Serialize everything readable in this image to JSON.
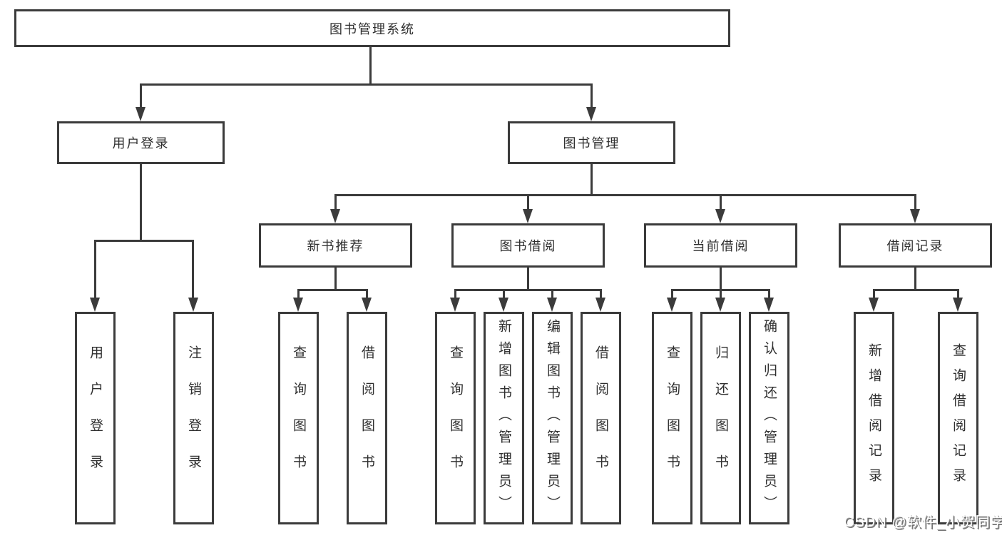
{
  "colors": {
    "line": "#3b3b3b",
    "text": "#2f2f2f",
    "bg": "#ffffff"
  },
  "root": {
    "label": "图书管理系统"
  },
  "level2": [
    {
      "id": "user-login",
      "label": "用户登录"
    },
    {
      "id": "book-management",
      "label": "图书管理"
    }
  ],
  "level3": [
    {
      "id": "new-book-recommend",
      "label": "新书推荐"
    },
    {
      "id": "book-borrowing",
      "label": "图书借阅"
    },
    {
      "id": "current-borrowing",
      "label": "当前借阅"
    },
    {
      "id": "borrowing-records",
      "label": "借阅记录"
    }
  ],
  "leaves": [
    {
      "id": "user-login-leaf",
      "label": "用户登录"
    },
    {
      "id": "logout",
      "label": "注销登录"
    },
    {
      "id": "query-books-recommend",
      "label": "查询图书"
    },
    {
      "id": "borrow-books-recommend",
      "label": "借阅图书"
    },
    {
      "id": "query-books-borrowing",
      "label": "查询图书"
    },
    {
      "id": "add-books-admin",
      "label": "新增图书（管理员）"
    },
    {
      "id": "edit-books-admin",
      "label": "编辑图书（管理员）"
    },
    {
      "id": "borrow-books-borrowing",
      "label": "借阅图书"
    },
    {
      "id": "query-books-current",
      "label": "查询图书"
    },
    {
      "id": "return-books",
      "label": "归还图书"
    },
    {
      "id": "confirm-return-admin",
      "label": "确认归还（管理员）"
    },
    {
      "id": "add-borrow-record",
      "label": "新增借阅记录"
    },
    {
      "id": "query-borrow-record",
      "label": "查询借阅记录"
    }
  ],
  "watermark": {
    "text": "CSDN @软件_小贺同学"
  }
}
